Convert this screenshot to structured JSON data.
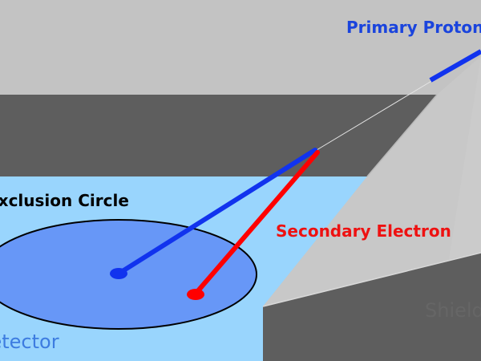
{
  "labels": {
    "primary_proton": "Primary Proton",
    "exclusion_circle": "Exclusion Circle",
    "secondary_electron": "Secondary Electron",
    "shield": "Shield",
    "detector": "Detector"
  },
  "colors": {
    "background_light_gray": "#c3c3c3",
    "shield_top_face": "#c8c8c8",
    "shield_dark_band": "#5e5e5e",
    "detector_surface": "#99d5fd",
    "exclusion_circle_fill": "#6797f7",
    "primary_proton": "#1133ee",
    "secondary_electron": "#ff0000",
    "primary_label": "#1a44dd",
    "secondary_label": "#ee1111",
    "detector_label": "#3d7ce0",
    "shield_label": "#666666"
  }
}
